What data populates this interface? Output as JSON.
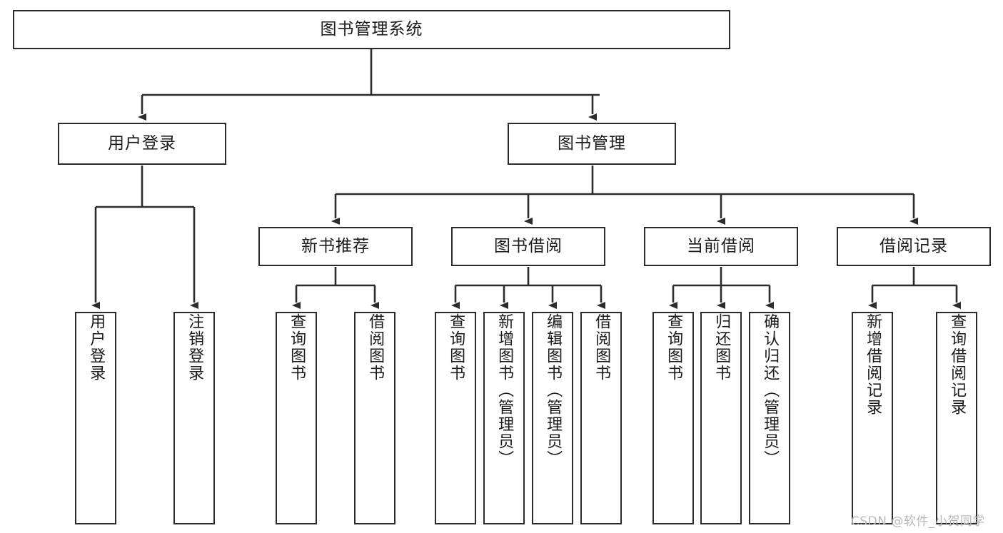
{
  "diagram": {
    "type": "tree",
    "title": "图书管理系统",
    "watermark": "CSDN @软件_小贺同学",
    "colors": {
      "stroke": "#2b2b2b",
      "fill": "#ffffff",
      "text": "#1b1b1b",
      "watermark": "#b9b9b9"
    },
    "nodes": {
      "root": {
        "label": "图书管理系统"
      },
      "level1": [
        {
          "label": "用户登录"
        },
        {
          "label": "图书管理"
        }
      ],
      "level2": [
        {
          "label": "新书推荐"
        },
        {
          "label": "图书借阅"
        },
        {
          "label": "当前借阅"
        },
        {
          "label": "借阅记录"
        }
      ],
      "leaves": {
        "user_login": [
          {
            "label": "用户登录"
          },
          {
            "label": "注销登录"
          }
        ],
        "new_book": [
          {
            "label": "查询图书"
          },
          {
            "label": "借阅图书"
          }
        ],
        "borrow_book": [
          {
            "label": "查询图书"
          },
          {
            "label": "新增图书（管理员）"
          },
          {
            "label": "编辑图书（管理员）"
          },
          {
            "label": "借阅图书"
          }
        ],
        "current_borrow": [
          {
            "label": "查询图书"
          },
          {
            "label": "归还图书"
          },
          {
            "label": "确认归还（管理员）"
          }
        ],
        "borrow_record": [
          {
            "label": "新增借阅记录"
          },
          {
            "label": "查询借阅记录"
          }
        ]
      }
    }
  }
}
